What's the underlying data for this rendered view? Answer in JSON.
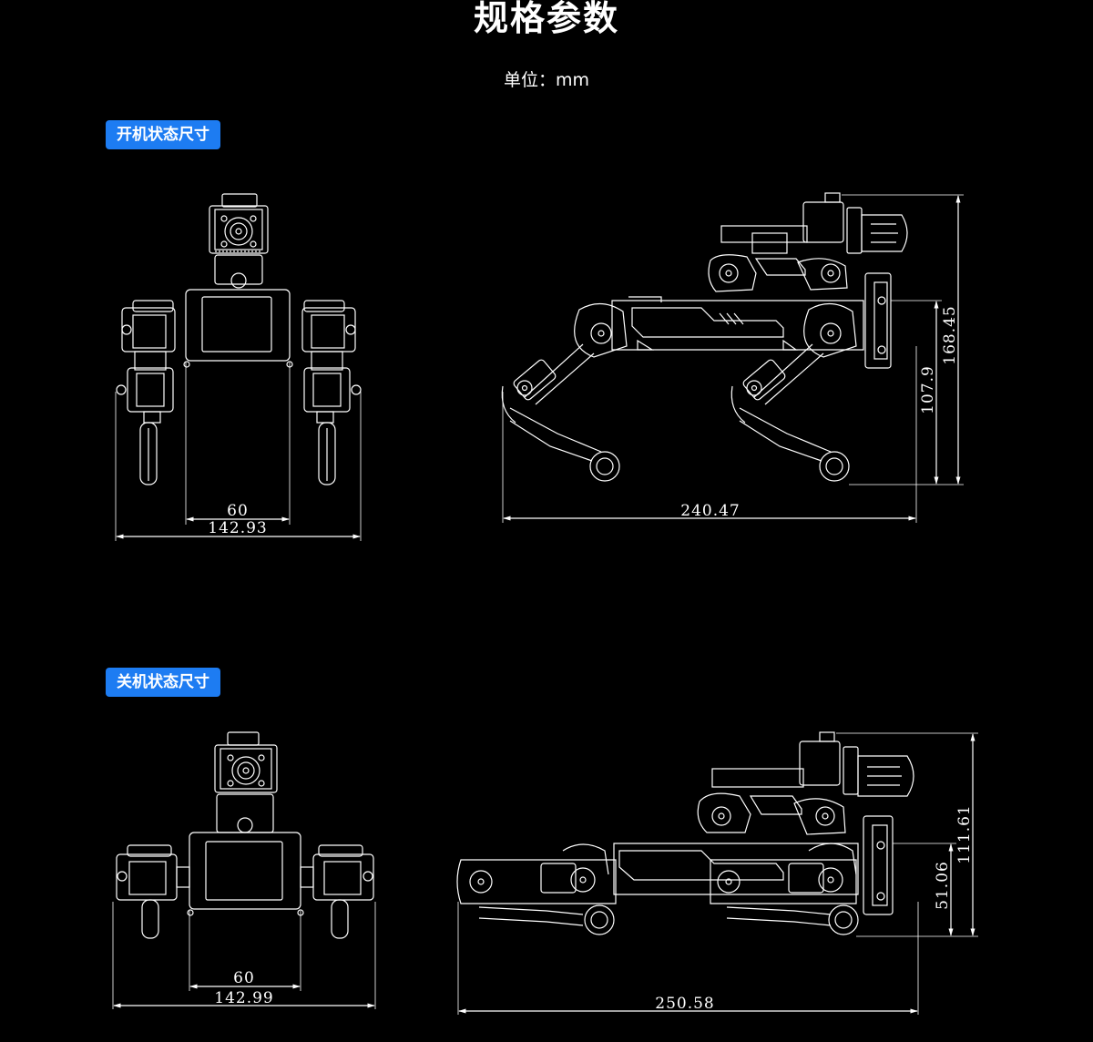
{
  "page": {
    "title": "规格参数",
    "unit": "单位：mm"
  },
  "sections": {
    "powered_on": {
      "label": "开机状态尺寸"
    },
    "powered_off": {
      "label": "关机状态尺寸"
    }
  },
  "dimensions": {
    "on_front_inner": "60",
    "on_front_width": "142.93",
    "on_side_length": "240.47",
    "on_side_body_height": "107.9",
    "on_side_total_height": "168.45",
    "off_front_inner": "60",
    "off_front_width": "142.99",
    "off_side_length": "250.58",
    "off_side_body_height": "51.06",
    "off_side_total_height": "111.61"
  },
  "colors": {
    "background": "#000000",
    "line": "#ffffff",
    "tag": "#1d7cf2"
  }
}
